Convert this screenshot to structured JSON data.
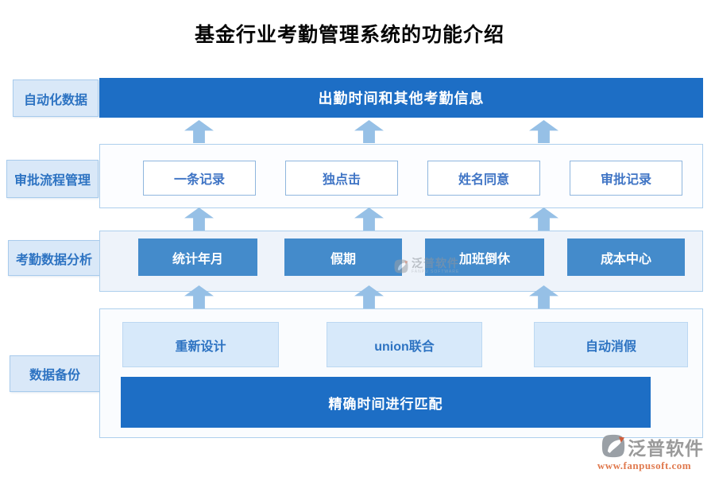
{
  "page": {
    "title": "基金行业考勤管理系统的功能介绍"
  },
  "diagram": {
    "rows": [
      {
        "label": "自动化数据",
        "banner": "出勤时间和其他考勤信息"
      },
      {
        "label": "审批流程管理",
        "items": [
          "一条记录",
          "独点击",
          "姓名同意",
          "审批记录"
        ]
      },
      {
        "label": "考勤数据分析",
        "items": [
          "统计年月",
          "假期",
          "加班倒休",
          "成本中心"
        ]
      },
      {
        "label": "数据备份",
        "items": [
          "重新设计",
          "union联合",
          "自动消假"
        ],
        "banner": "精确时间进行匹配"
      }
    ],
    "colors": {
      "banner_blue": "#1d6ec5",
      "solid_box_blue": "#448bcb",
      "light_box_fill": "#d7e9fa",
      "label_fill": "#d9e8f8",
      "label_text": "#2d73c2",
      "outline_box_border": "#8fb6de",
      "arrow_blue": "#96c0e6",
      "container_border": "#adcfed"
    }
  },
  "watermark": {
    "brand": "泛普软件",
    "caption": "FANPU SOFTWARE"
  },
  "footer": {
    "brand": "泛普软件",
    "url": "www.fanpusoft.com"
  }
}
